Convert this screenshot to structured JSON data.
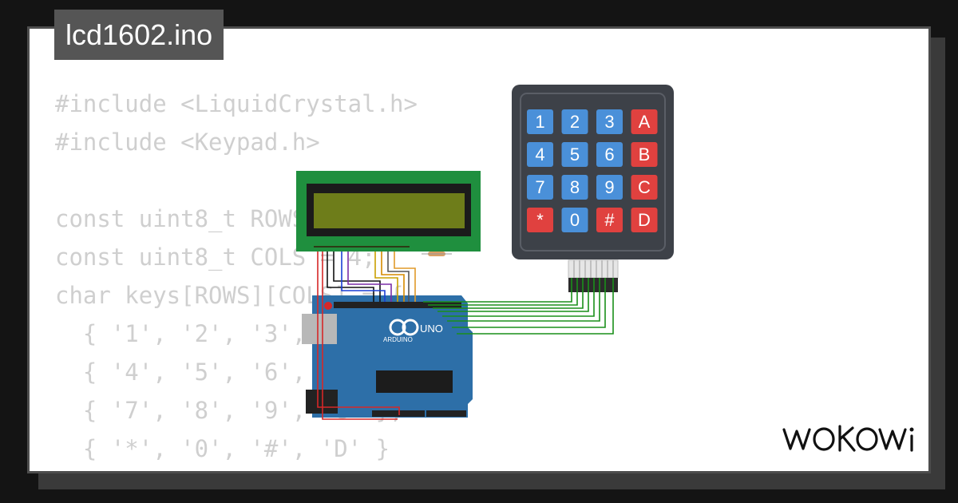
{
  "title": "lcd1602.ino",
  "code_lines": [
    "#include <LiquidCrystal.h>",
    "#include <Keypad.h>",
    "",
    "const uint8_t ROWS = 4;",
    "const uint8_t COLS = 4;",
    "char keys[ROWS][COLS] = {",
    "  { '1', '2', '3', 'A' },",
    "  { '4', '5', '6', 'B' },",
    "  { '7', '8', '9', 'C' },",
    "  { '*', '0', '#', 'D' }",
    "};"
  ],
  "keypad": {
    "keys": [
      "1",
      "2",
      "3",
      "A",
      "4",
      "5",
      "6",
      "B",
      "7",
      "8",
      "9",
      "C",
      "*",
      "0",
      "#",
      "D"
    ]
  },
  "board": {
    "brand": "ARDUINO",
    "model": "UNO"
  },
  "logo": {
    "text": "WOKWi",
    "icon": "wokwi-logo"
  },
  "colors": {
    "background": "#141414",
    "card": "#ffffff",
    "title_tag": "#555555",
    "code_text": "#cfcfcf",
    "keypad_body": "#3d4148",
    "key_blue": "#4a90d9",
    "key_red": "#e0413f",
    "lcd_pcb": "#1f8f3e",
    "lcd_screen": "#6e7d1a",
    "arduino_board": "#2d6fa8",
    "wire_green": "#1a8f1a"
  }
}
